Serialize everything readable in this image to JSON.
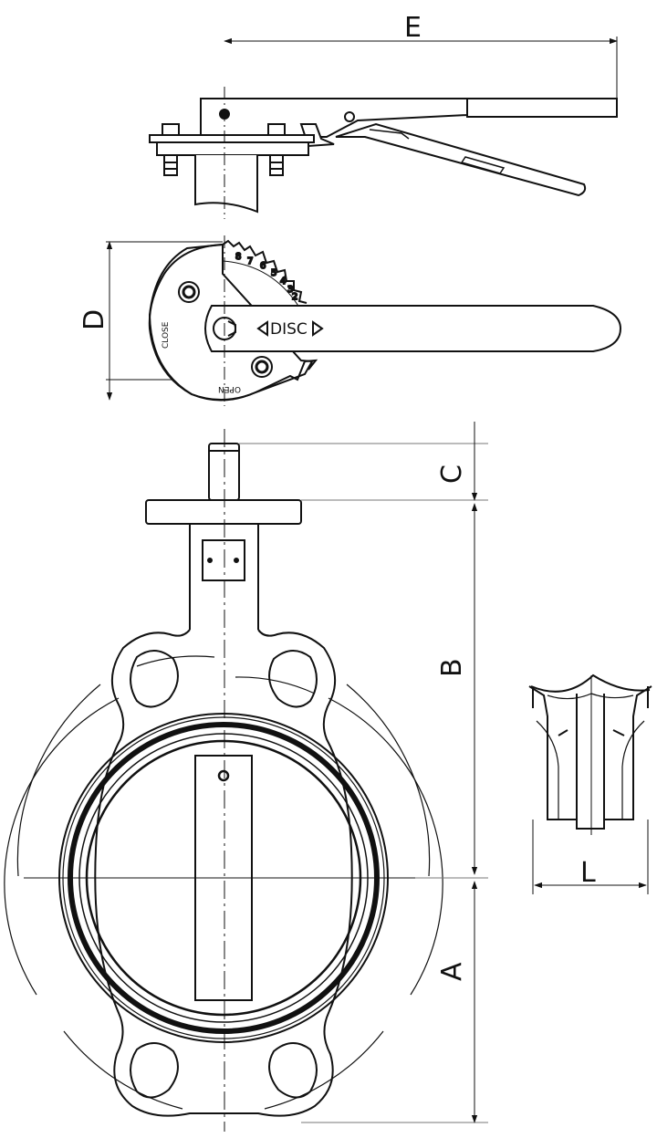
{
  "diagram": {
    "dimension_labels": {
      "E": "E",
      "D": "D",
      "C": "C",
      "B": "B",
      "A": "A",
      "L": "L"
    },
    "scale_numbers": [
      "8",
      "7",
      "6",
      "5",
      "4",
      "3",
      "2"
    ],
    "handle_text": "DISC",
    "marks": {
      "close": "CLOSE",
      "open": "OPEN"
    },
    "colors": {
      "line": "#111111",
      "dimension": "#555555",
      "background": "#ffffff"
    }
  }
}
